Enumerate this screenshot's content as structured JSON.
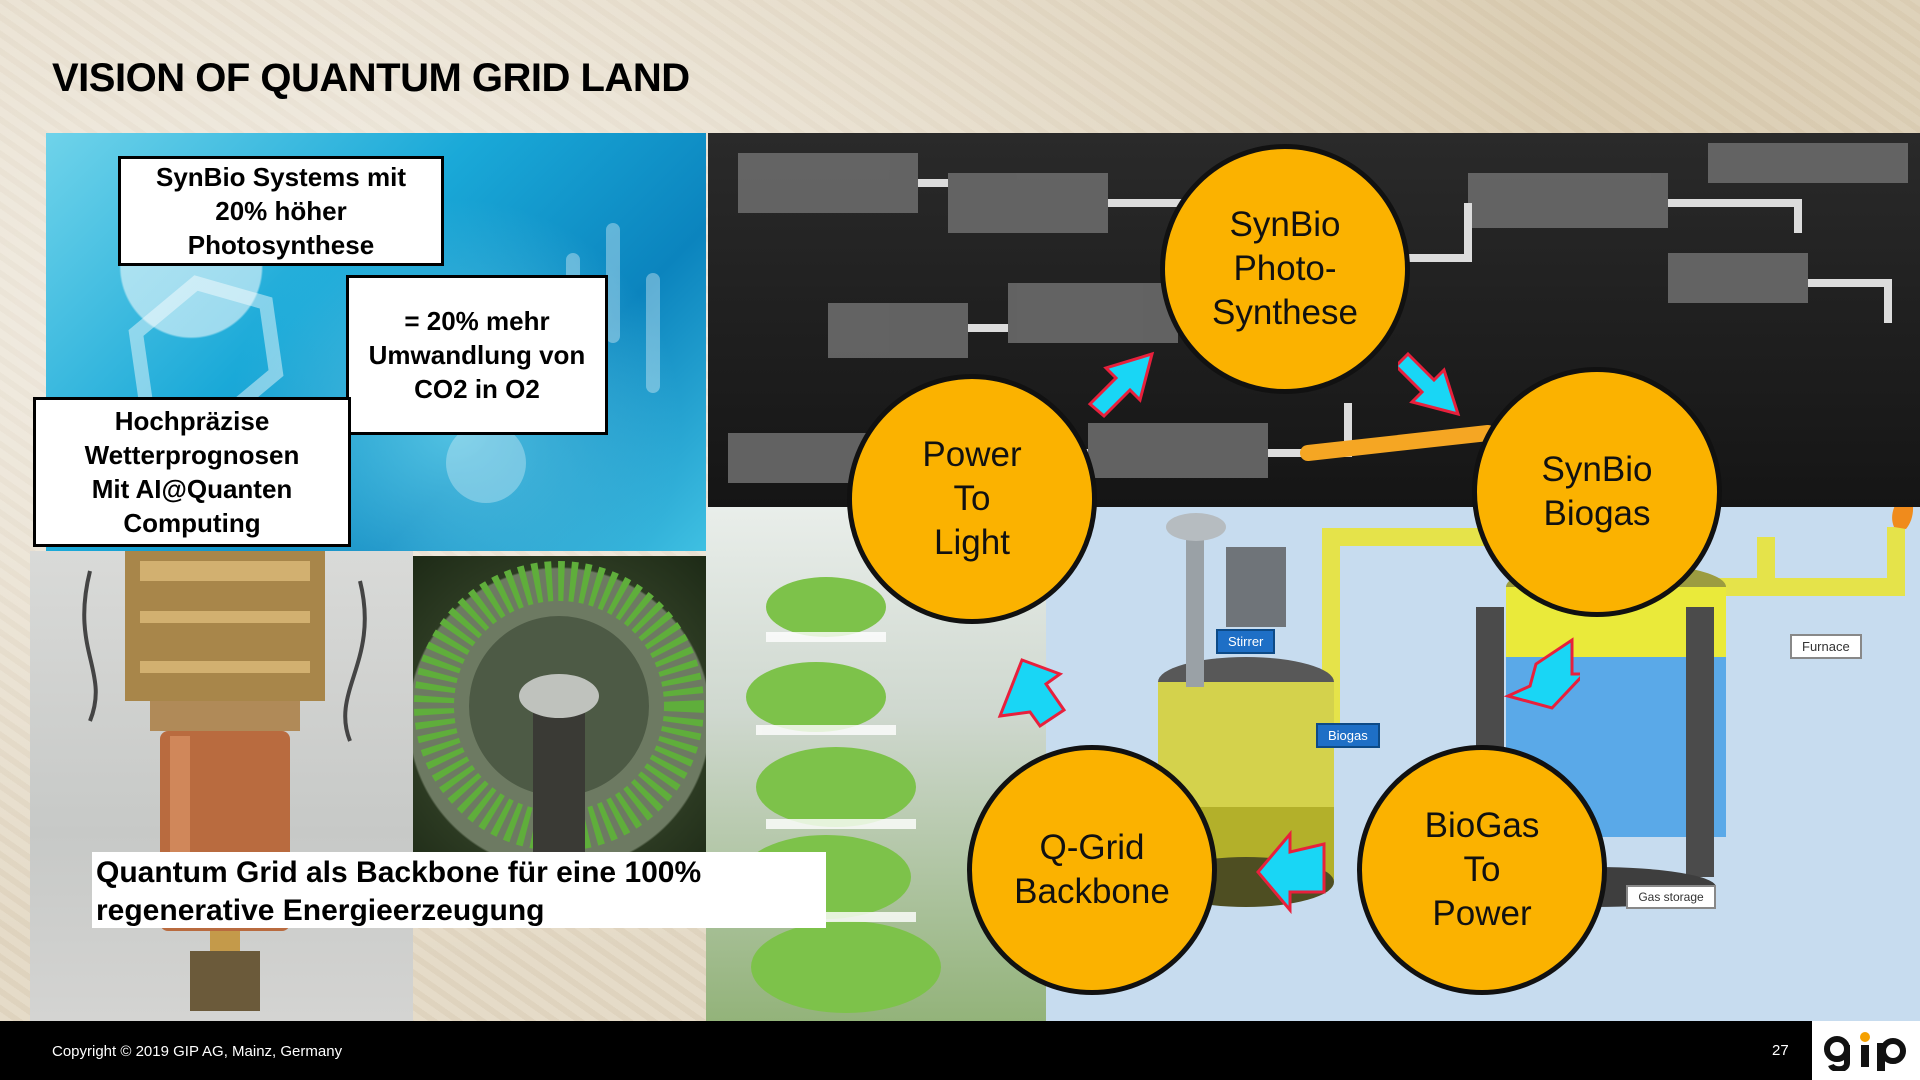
{
  "title": "VISION OF QUANTUM GRID LAND",
  "callouts": {
    "synbio_systems": [
      "SynBio Systems mit",
      "20% höher",
      "Photosynthese"
    ],
    "conversion": [
      "= 20% mehr",
      "Umwandlung von",
      "CO2 in O2"
    ],
    "weather": [
      "Hochpräzise",
      "Wetterprognosen",
      "Mit AI@Quanten",
      "Computing"
    ]
  },
  "caption": [
    "Quantum Grid als Backbone für eine 100%",
    "regenerative Energieerzeugung"
  ],
  "cycle": {
    "photosynthese": [
      "SynBio",
      "Photo-",
      "Synthese"
    ],
    "biogas": [
      "SynBio",
      "Biogas"
    ],
    "biogas_to_power": [
      "BioGas",
      "To",
      "Power"
    ],
    "qgrid": [
      "Q-Grid",
      "Backbone"
    ],
    "power_to_light": [
      "Power",
      "To",
      "Light"
    ]
  },
  "diagram_labels": {
    "stirrer": "Stirrer",
    "biogas": "Biogas",
    "furnace": "Furnace",
    "gas_storage": "Gas storage"
  },
  "footer": {
    "copyright": "Copyright © 2019 GIP AG, Mainz, Germany",
    "page": "27",
    "logo": "gip"
  },
  "colors": {
    "circle_fill": "#fbb200",
    "arrow_fill": "#19d6f5",
    "arrow_outline": "#e8203c",
    "footer_bg": "#000000"
  }
}
